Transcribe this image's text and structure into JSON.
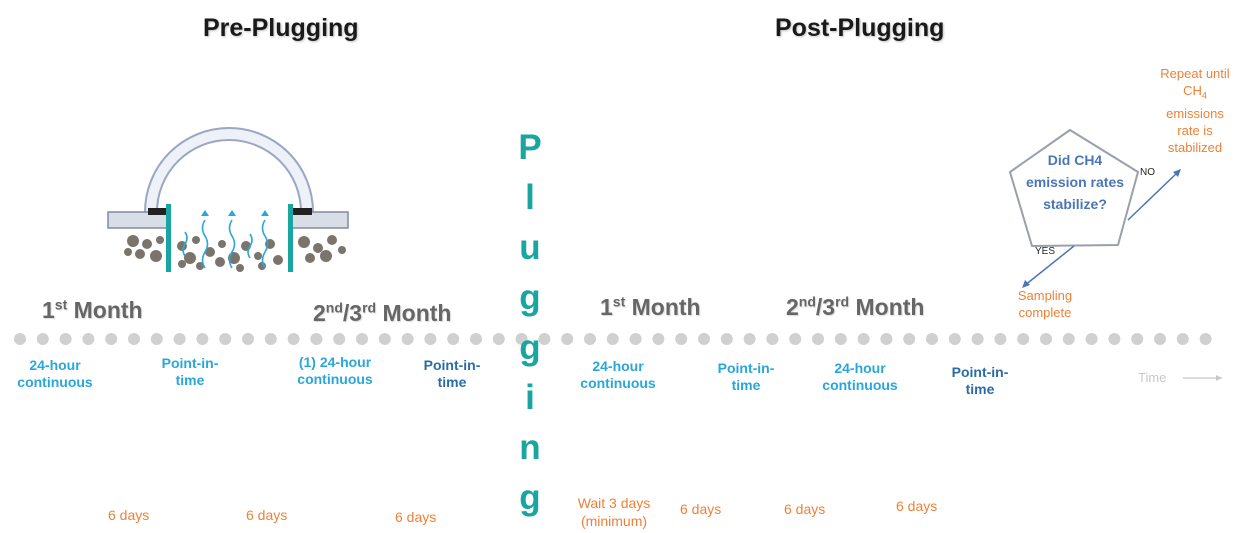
{
  "phases": {
    "pre": "Pre-Plugging",
    "post": "Post-Plugging"
  },
  "plugging_letters": [
    "P",
    "l",
    "u",
    "g",
    "g",
    "i",
    "n",
    "g"
  ],
  "months": {
    "pre_first": {
      "num": "1",
      "sup": "st",
      "word": " Month"
    },
    "pre_second": {
      "num_a": "2",
      "sup_a": "nd",
      "sep": "/3",
      "sup_b": "rd",
      "word": " Month"
    },
    "post_first": {
      "num": "1",
      "sup": "st",
      "word": " Month"
    },
    "post_second": {
      "num_a": "2",
      "sup_a": "nd",
      "sep": "/3",
      "sup_b": "rd",
      "word": " Month"
    }
  },
  "events": {
    "pre_1": [
      "24-hour",
      "continuous"
    ],
    "pre_2": [
      "Point-in-",
      "time"
    ],
    "pre_3": [
      "(1) 24-hour",
      "continuous"
    ],
    "pre_4": [
      "Point-in-",
      "time"
    ],
    "post_1": [
      "24-hour",
      "continuous"
    ],
    "post_2": [
      "Point-in-",
      "time"
    ],
    "post_3": [
      "24-hour",
      "continuous"
    ],
    "post_4": [
      "Point-in-",
      "time"
    ]
  },
  "durations": {
    "d1": "6 days",
    "d2": "6 days",
    "d3": "6 days",
    "wait": [
      "Wait 3 days",
      "(minimum)"
    ],
    "d4": "6 days",
    "d5": "6 days",
    "d6": "6 days"
  },
  "time_label": "Time",
  "decision": {
    "lines": [
      "Did CH4",
      "emission rates",
      "stabilize?"
    ],
    "yes": "YES",
    "no": "NO",
    "repeat_lines": [
      "Repeat until",
      "CH",
      "4",
      "emissions",
      "rate is",
      "stabilized"
    ],
    "sampling_lines": [
      "Sampling",
      "complete"
    ]
  },
  "colors": {
    "orange": "#ef8136",
    "teal": "#19a5a0",
    "light_blue": "#29a7d8",
    "dark_blue": "#2a6ca8",
    "grey_dot": "#d0d0d0",
    "month_grey": "#666666"
  }
}
